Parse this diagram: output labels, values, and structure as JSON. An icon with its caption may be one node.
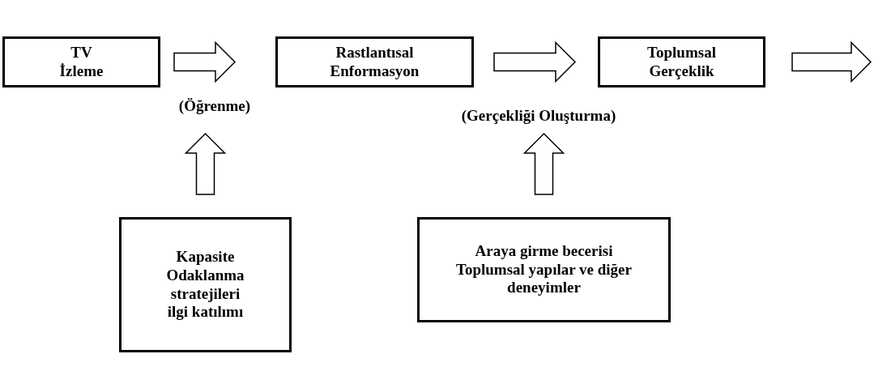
{
  "diagram": {
    "nodes": [
      {
        "text": [
          "TV İzleme"
        ]
      },
      {
        "text": [
          "Rastlantısal Enformasyon"
        ]
      },
      {
        "text": [
          "Toplumsal Gerçeklik"
        ]
      },
      {
        "text": [
          "(Öğrenme)"
        ]
      },
      {
        "text": [
          "(Gerçekliği Oluşturma)"
        ]
      },
      {
        "text": [
          "Kapasite",
          "Odaklanma stratejileri",
          "ilgi katılımı"
        ]
      },
      {
        "text": [
          "Araya girme becerisi",
          "Toplumsal yapılar ve diğer deneyimler"
        ]
      }
    ],
    "edges": [
      {
        "from": 0,
        "to": 1,
        "arrow": "to"
      },
      {
        "from": 1,
        "to": 2,
        "arrow": "to"
      },
      {
        "from": 2,
        "to": null,
        "arrow": "to"
      },
      {
        "from": 5,
        "to": 3,
        "arrow": "to"
      },
      {
        "from": 6,
        "to": 4,
        "arrow": "to"
      }
    ]
  }
}
